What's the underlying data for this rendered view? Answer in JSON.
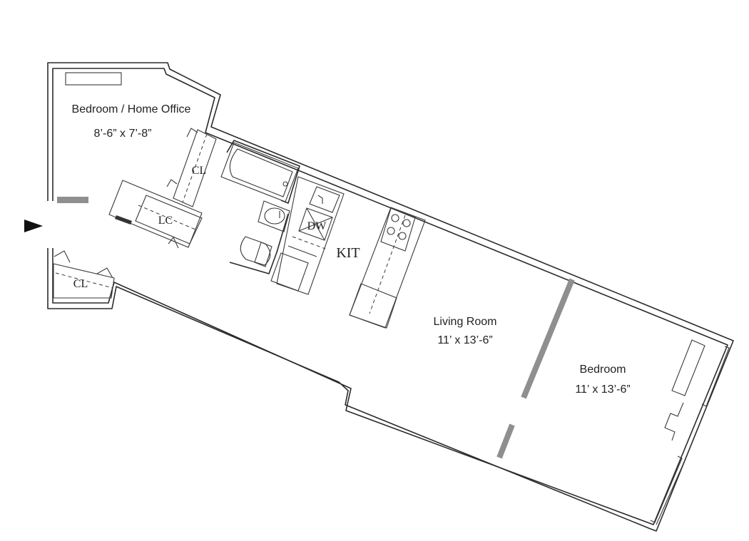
{
  "rooms": {
    "bedroom_home_office": {
      "name": "Bedroom / Home Office",
      "dims": "8’-6” x 7’-8”"
    },
    "living_room": {
      "name": "Living Room",
      "dims": "11’ x  13’-6”"
    },
    "bedroom": {
      "name": "Bedroom",
      "dims": "11’ x  13’-6”"
    },
    "kitchen": {
      "name": "KIT"
    }
  },
  "fixtures": {
    "closet_upper": "CL",
    "closet_lower": "CL",
    "linen_closet": "LC",
    "dishwasher": "DW"
  },
  "colors": {
    "wall": "#2b2b2b",
    "partition": "#8f8f8f",
    "background": "#ffffff"
  }
}
